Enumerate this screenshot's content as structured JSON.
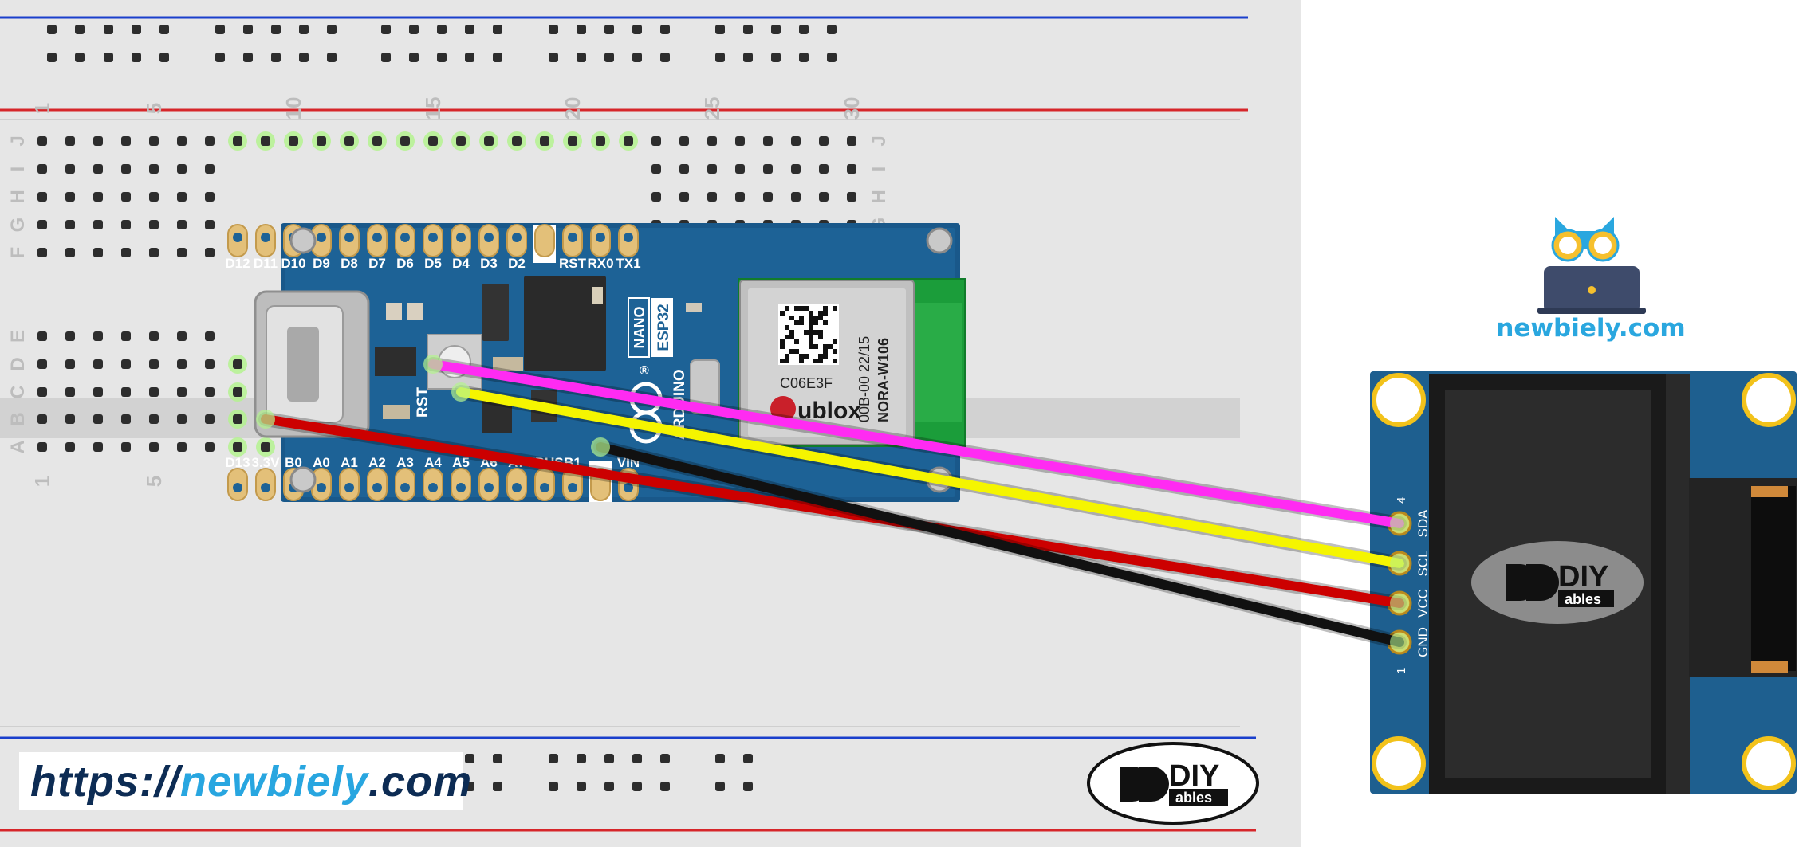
{
  "breadboard": {
    "column_numbers": [
      "1",
      "5",
      "10",
      "15",
      "20",
      "25",
      "30"
    ],
    "row_letters_top": [
      "J",
      "I",
      "H",
      "G",
      "F"
    ],
    "row_letters_bottom": [
      "E",
      "D",
      "C",
      "B",
      "A"
    ]
  },
  "board": {
    "top_pins": [
      "D12",
      "D11",
      "D10",
      "D9",
      "D8",
      "D7",
      "D6",
      "D5",
      "D4",
      "D3",
      "D2",
      "RST",
      "RX0",
      "TX1"
    ],
    "bottom_pins": [
      "D13",
      "3.3V",
      "B0",
      "A0",
      "A1",
      "A2",
      "A3",
      "A4",
      "A5",
      "A6",
      "A7",
      "VBUS",
      "B1",
      "VIN"
    ],
    "rst_label": "RST",
    "name_line1": "NANO",
    "name_line2": "ESP32",
    "brand": "ARDUINO",
    "module_code": "C06E3F",
    "module_line1": "00B-00 22/15",
    "module_line2": "NORA-W106",
    "module_brand": "ublox"
  },
  "oled": {
    "pins": [
      "SDA",
      "SCL",
      "VCC",
      "GND"
    ],
    "pin_num_top": "4",
    "pin_num_bottom": "1",
    "logo_main": "DIY",
    "logo_sub": "ables"
  },
  "wires": [
    {
      "from": "A4",
      "to": "SDA",
      "color": "#ff2bf2"
    },
    {
      "from": "A5",
      "to": "SCL",
      "color": "#f5f500"
    },
    {
      "from": "3.3V",
      "to": "VCC",
      "color": "#cc0000"
    },
    {
      "from": "GND",
      "to": "GND",
      "color": "#111111"
    }
  ],
  "watermark": {
    "site": "newbiely.com",
    "url_prefix": "https://",
    "url_name": "newbiely",
    "url_suffix": ".com",
    "badge_main": "DIY",
    "badge_sub": "ables"
  }
}
